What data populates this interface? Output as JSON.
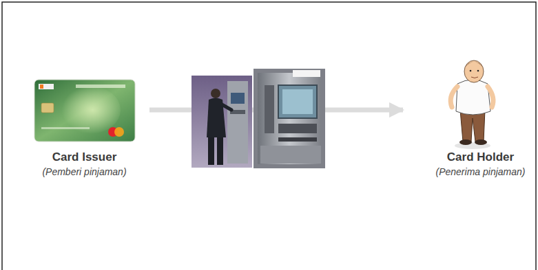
{
  "diagram": {
    "nodes": [
      {
        "text": [
          "Card Issuer",
          "(Pemberi pinjaman)"
        ]
      },
      {
        "text": [
          "Card Holder",
          "(Penerima pinjaman)"
        ]
      }
    ],
    "edges": [
      {
        "from": 0,
        "to": 1,
        "arrow": "to"
      }
    ]
  }
}
